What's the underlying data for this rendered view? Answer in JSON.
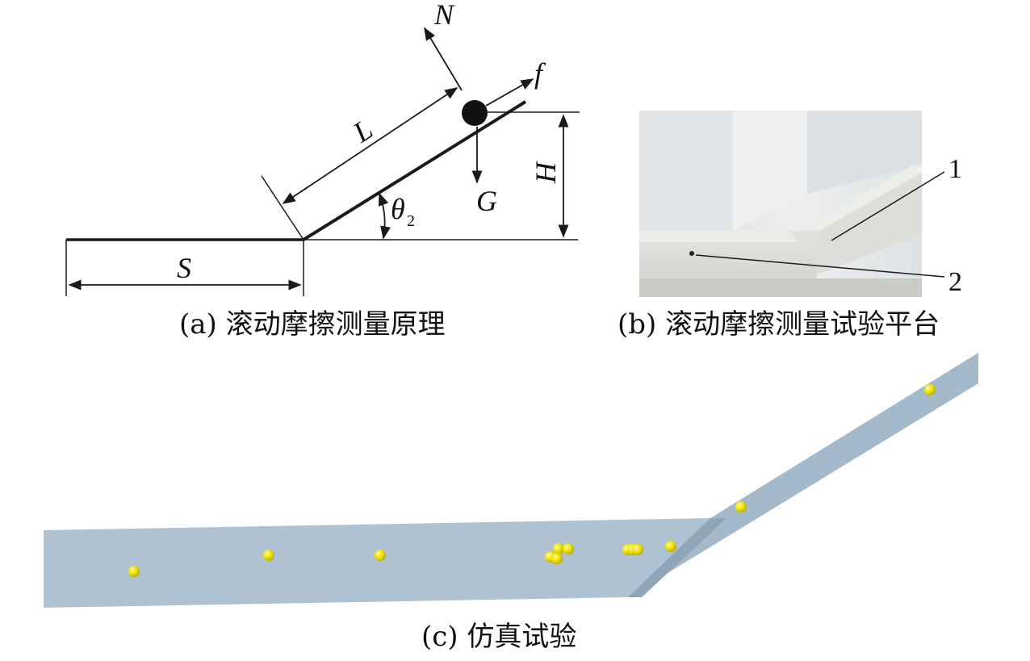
{
  "panel_a": {
    "caption": "(a) 滚动摩擦测量原理",
    "labels": {
      "normal_force": "N",
      "friction": "f",
      "gravity": "G",
      "length": "L",
      "height": "H",
      "distance": "S",
      "angle": "θ",
      "angle_subscript": "2"
    }
  },
  "panel_b": {
    "caption": "(b) 滚动摩擦测量试验平台",
    "callouts": [
      "1",
      "2"
    ]
  },
  "panel_c": {
    "caption": "(c) 仿真试验"
  },
  "colors": {
    "ink": "#1a1a1a",
    "sim_plane": "#a9bfd0",
    "sim_plane_edge": "#8ea6ba",
    "particle": "#e8e000",
    "photo_wall": "#e6e8ea",
    "photo_trough": "#d9dbd8"
  }
}
